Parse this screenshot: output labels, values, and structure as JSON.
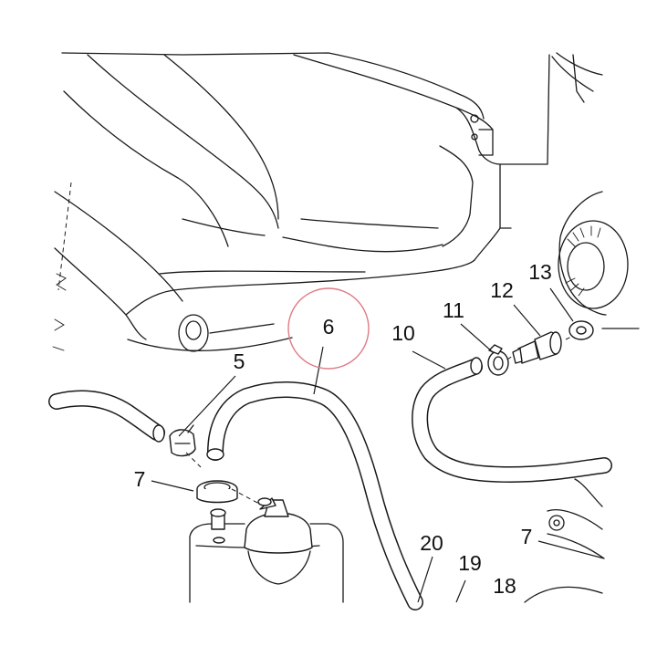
{
  "callouts": {
    "c5": "5",
    "c6": "6",
    "c7a": "7",
    "c7b": "7",
    "c10": "10",
    "c11": "11",
    "c12": "12",
    "c13": "13",
    "c18": "18",
    "c19": "19",
    "c20": "20"
  },
  "highlight": {
    "target": "6",
    "color": "#e07a86"
  }
}
